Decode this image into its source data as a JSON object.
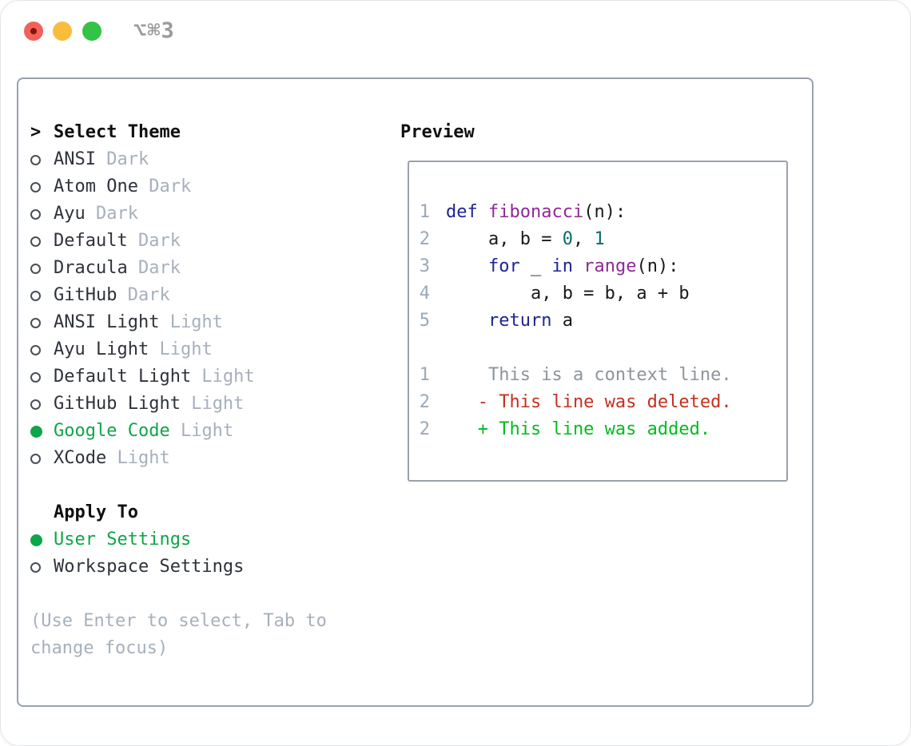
{
  "window": {
    "title": "⌥⌘3"
  },
  "colors": {
    "tl-red": "#f3605a",
    "tl-red-dot": "#841407",
    "tl-yellow": "#f8bd3b",
    "tl-green": "#33c346",
    "title-gray": "#9b9b9b",
    "frame": "#99a1ac",
    "radio-ring": "#4a4f57",
    "item-text": "#2e323a",
    "muted": "#a6b0bd",
    "linenum": "#9aa8b8",
    "accent-green": "#0fa54a",
    "code-kw": "#1e2396",
    "code-fn": "#8e2a96",
    "code-lit": "#0b6b68",
    "code-plain": "#1a1a1a",
    "diff-ctx": "#8d949c",
    "diff-del": "#c3301f",
    "diff-add": "#00bd1f"
  },
  "theme_list": {
    "cursor": ">",
    "title": "Select Theme",
    "items": [
      {
        "name": "ANSI",
        "badge": "Dark",
        "selected": false
      },
      {
        "name": "Atom One",
        "badge": "Dark",
        "selected": false
      },
      {
        "name": "Ayu",
        "badge": "Dark",
        "selected": false
      },
      {
        "name": "Default",
        "badge": "Dark",
        "selected": false
      },
      {
        "name": "Dracula",
        "badge": "Dark",
        "selected": false
      },
      {
        "name": "GitHub",
        "badge": "Dark",
        "selected": false
      },
      {
        "name": "ANSI Light",
        "badge": "Light",
        "selected": false
      },
      {
        "name": "Ayu Light",
        "badge": "Light",
        "selected": false
      },
      {
        "name": "Default Light",
        "badge": "Light",
        "selected": false
      },
      {
        "name": "GitHub Light",
        "badge": "Light",
        "selected": false
      },
      {
        "name": "Google Code",
        "badge": "Light",
        "selected": true
      },
      {
        "name": "XCode",
        "badge": "Light",
        "selected": false
      }
    ]
  },
  "apply_to": {
    "title": "Apply To",
    "options": [
      {
        "label": "User Settings",
        "selected": true
      },
      {
        "label": "Workspace Settings",
        "selected": false
      }
    ]
  },
  "help_text": "(Use Enter to select, Tab to change focus)",
  "preview": {
    "title": "Preview",
    "code_lines": [
      {
        "num": "1",
        "segments": [
          {
            "c": "kw",
            "t": "def"
          },
          {
            "c": "pl",
            "t": " "
          },
          {
            "c": "fn",
            "t": "fibonacci"
          },
          {
            "c": "pl",
            "t": "(n):"
          }
        ]
      },
      {
        "num": "2",
        "segments": [
          {
            "c": "pl",
            "t": "    a, b = "
          },
          {
            "c": "lit",
            "t": "0"
          },
          {
            "c": "pl",
            "t": ", "
          },
          {
            "c": "lit",
            "t": "1"
          }
        ]
      },
      {
        "num": "3",
        "segments": [
          {
            "c": "pl",
            "t": "    "
          },
          {
            "c": "kw",
            "t": "for"
          },
          {
            "c": "pl",
            "t": " _ "
          },
          {
            "c": "kw",
            "t": "in"
          },
          {
            "c": "pl",
            "t": " "
          },
          {
            "c": "fn",
            "t": "range"
          },
          {
            "c": "pl",
            "t": "(n):"
          }
        ]
      },
      {
        "num": "4",
        "segments": [
          {
            "c": "pl",
            "t": "        a, b = b, a + b"
          }
        ]
      },
      {
        "num": "5",
        "segments": [
          {
            "c": "pl",
            "t": "    "
          },
          {
            "c": "kw",
            "t": "return"
          },
          {
            "c": "pl",
            "t": " a"
          }
        ]
      }
    ],
    "diff_lines": [
      {
        "num": "1",
        "cls": "ctx",
        "text": "    This is a context line."
      },
      {
        "num": "2",
        "cls": "del",
        "text": "   - This line was deleted."
      },
      {
        "num": "2",
        "cls": "add",
        "text": "   + This line was added."
      }
    ]
  }
}
